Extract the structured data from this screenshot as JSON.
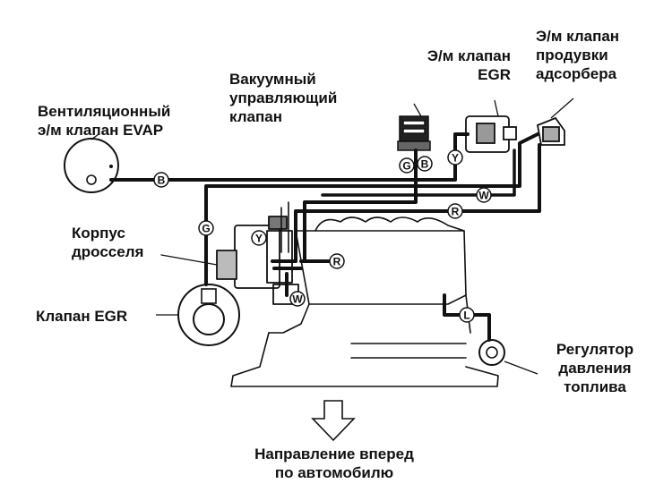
{
  "labels": {
    "evap_vent_valve": {
      "line1": "Вентиляционный",
      "line2": "э/м клапан EVAP"
    },
    "vacuum_control_valve": {
      "line1": "Вакуумный",
      "line2": "управляющий",
      "line3": "клапан"
    },
    "egr_solenoid": {
      "line1": "Э/м клапан",
      "line2": "EGR"
    },
    "purge_solenoid": {
      "line1": "Э/м клапан",
      "line2": "продувки",
      "line3": "адсорбера"
    },
    "throttle_body": {
      "line1": "Корпус",
      "line2": "дросселя"
    },
    "egr_valve": {
      "line1": "Клапан EGR"
    },
    "fuel_pressure_regulator": {
      "line1": "Регулятор",
      "line2": "давления",
      "line3": "топлива"
    },
    "forward_direction": {
      "line1": "Направление вперед",
      "line2": "по автомобилю"
    }
  },
  "hose_codes": {
    "b1": "B",
    "g1": "G",
    "b2": "B",
    "y1": "Y",
    "w1": "W",
    "r1": "R",
    "g2": "G",
    "y2": "Y",
    "r2": "R",
    "w2": "W",
    "l1": "L"
  },
  "colors": {
    "ink": "#111111",
    "background": "#ffffff"
  }
}
